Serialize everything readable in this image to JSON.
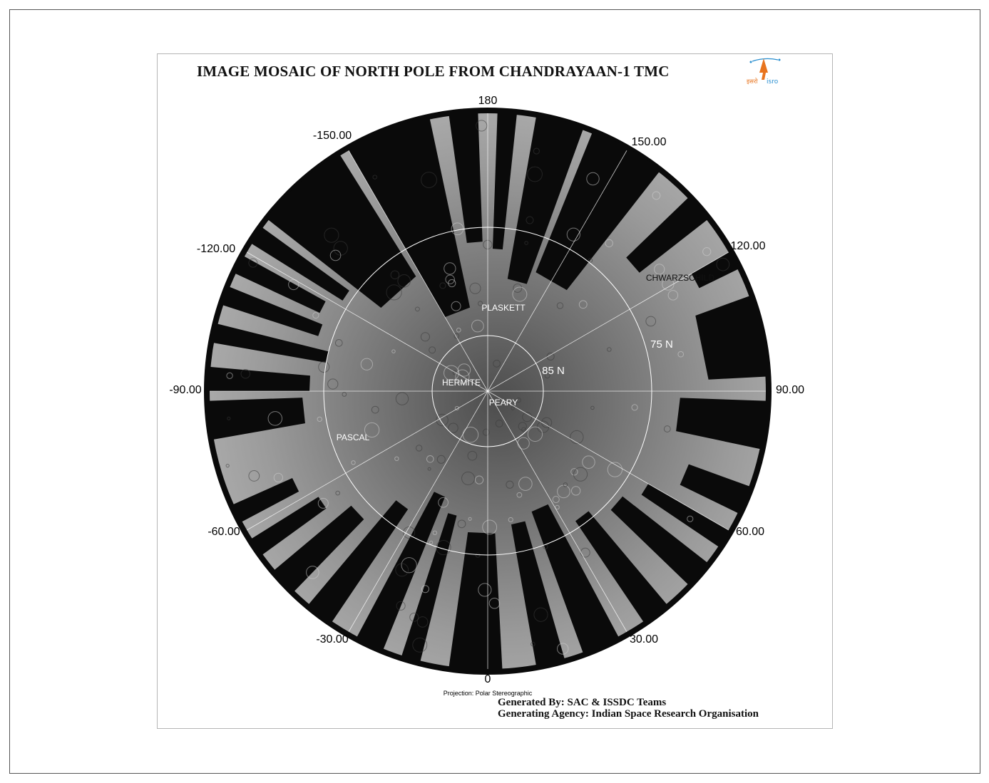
{
  "title": "IMAGE MOSAIC OF NORTH POLE FROM CHANDRAYAAN-1 TMC",
  "logo": {
    "text_hindi": "इसरो",
    "text_latin": "isro",
    "accent": "#e8741e",
    "secondary": "#2a8fd0"
  },
  "longitude_labels": [
    {
      "lon": 180,
      "text": "180"
    },
    {
      "lon": 150,
      "text": "150.00"
    },
    {
      "lon": 120,
      "text": "120.00"
    },
    {
      "lon": 90,
      "text": "90.00"
    },
    {
      "lon": 60,
      "text": "60.00"
    },
    {
      "lon": 30,
      "text": "30.00"
    },
    {
      "lon": 0,
      "text": "0"
    },
    {
      "lon": -30,
      "text": "-30.00"
    },
    {
      "lon": -60,
      "text": "-60.00"
    },
    {
      "lon": -90,
      "text": "-90.00"
    },
    {
      "lon": -120,
      "text": "-120.00"
    },
    {
      "lon": -150,
      "text": "-150.00"
    }
  ],
  "latitude_labels": [
    {
      "lat": 85,
      "text": "85 N"
    },
    {
      "lat": 75,
      "text": "75 N"
    }
  ],
  "features": [
    {
      "name": "PLASKETT"
    },
    {
      "name": "CHWARZSCHILD"
    },
    {
      "name": "HERMITE"
    },
    {
      "name": "PEARY"
    },
    {
      "name": "PASCAL"
    }
  ],
  "projection": "Projection: Polar Stereographic",
  "credits": {
    "generated_by": "Generated By: SAC & ISSDC Teams",
    "agency": "Generating Agency: Indian Space Research Organisation"
  }
}
